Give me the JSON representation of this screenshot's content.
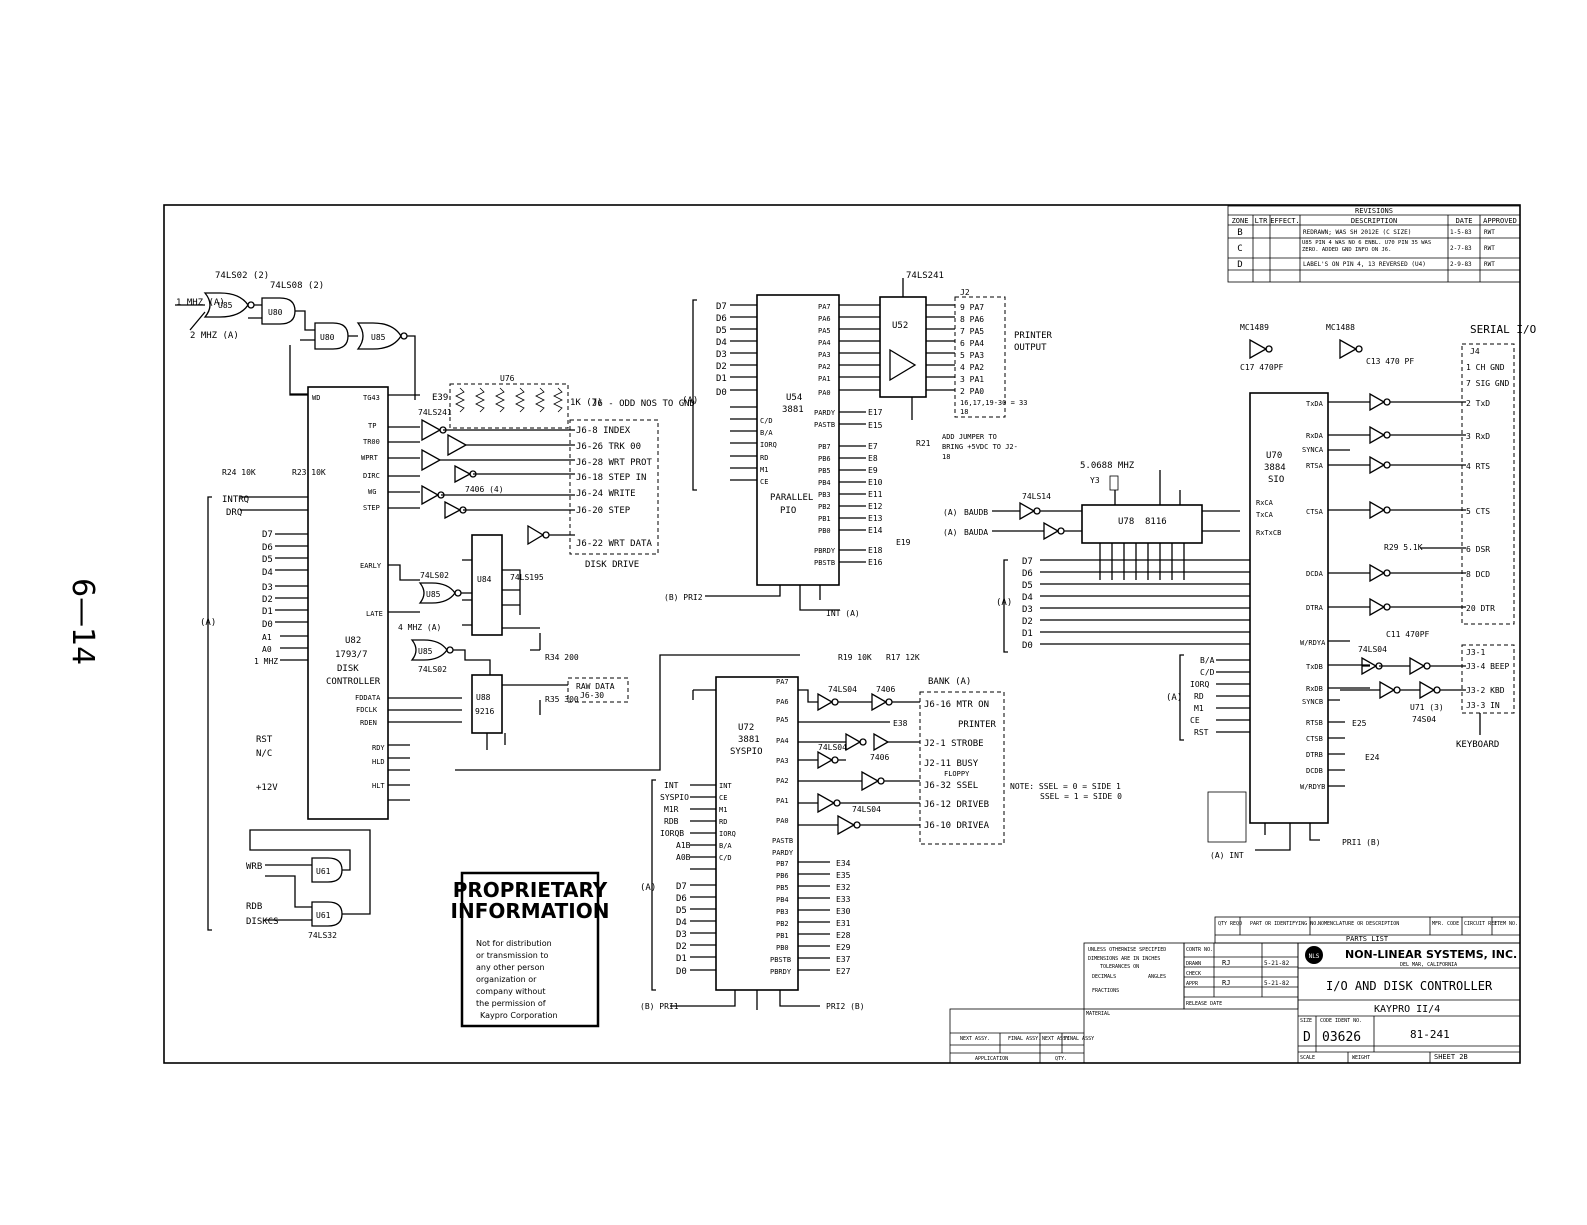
{
  "page_number": "6—14",
  "revisions": {
    "header": "REVISIONS",
    "columns": [
      "ZONE",
      "LTR",
      "EFFECT.",
      "DESCRIPTION",
      "DATE",
      "APPROVED"
    ],
    "rows": [
      {
        "zone": "B",
        "desc": "REDRAWN; WAS SH 2012E (C SIZE)",
        "date": "1-5-83",
        "appr": "RWT"
      },
      {
        "zone": "C",
        "desc": "U85 PIN 4 WAS NO 6 ENBL. U70 PIN 35 WAS ZERO. ADDED GND INFO ON J6.",
        "date": "2-7-83",
        "appr": "RWT"
      },
      {
        "zone": "D",
        "desc": "LABEL'S ON PIN 4, 13 REVERSED (U4)",
        "date": "2-9-83",
        "appr": "RWT"
      }
    ]
  },
  "title_block": {
    "company": "NON-LINEAR SYSTEMS, INC.",
    "location": "DEL MAR, CALIFORNIA",
    "logo": "NLS",
    "title": "I/O AND DISK CONTROLLER",
    "subtitle": "KAYPRO II/4",
    "size": "D",
    "code_ident": "03626",
    "dwg_no": "81-241",
    "sheet": "SHEET 2B",
    "scale_label": "SCALE",
    "weight_label": "WEIGHT",
    "size_label": "SIZE",
    "code_label": "CODE IDENT NO.",
    "parts_list": "PARTS LIST",
    "parts_columns": [
      "QTY REQD",
      "PART OR IDENTIFYING NO.",
      "NOMENCLATURE OR DESCRIPTION",
      "MFR. CODE",
      "CIRCUIT REF.",
      "ITEM NO."
    ],
    "tolerances": [
      "UNLESS OTHERWISE SPECIFIED",
      "DIMENSIONS ARE IN INCHES",
      "TOLERANCES ON",
      "DECIMALS",
      "ANGLES",
      "FRACTIONS",
      "MATERIAL"
    ],
    "contr": "CONTR NO.",
    "drawn": {
      "label": "DRAWN",
      "by": "RJ",
      "date": "5-21-82"
    },
    "check": {
      "label": "CHECK"
    },
    "appr": {
      "label": "APPR",
      "by": "RJ",
      "date": "5-21-82"
    },
    "release": "RELEASE DATE",
    "application": {
      "label": "APPLICATION",
      "next": "NEXT ASSY.",
      "final": "FINAL ASSY.",
      "qty": "QTY.",
      "next2": "NEXT ASSY",
      "final2": "FINAL ASSY"
    }
  },
  "proprietary": {
    "heading1": "PROPRIETARY",
    "heading2": "INFORMATION",
    "body": [
      "Not for distribution",
      "or transmission to",
      "any other person",
      "organization or",
      "company without",
      "the permission of",
      "Kaypro Corporation"
    ]
  },
  "chips": {
    "u82": {
      "ref": "U82",
      "part": "1793/7",
      "desc1": "DISK",
      "desc2": "CONTROLLER"
    },
    "u54": {
      "ref": "U54",
      "part": "3881",
      "desc1": "PARALLEL",
      "desc2": "PIO"
    },
    "u72": {
      "ref": "U72",
      "part": "3881",
      "desc1": "SYSPIO"
    },
    "u78": {
      "ref": "U78",
      "part": "8116"
    },
    "u70": {
      "ref": "U70",
      "part": "3884",
      "desc1": "SIO"
    },
    "u52": {
      "ref": "U52"
    },
    "u84": {
      "ref": "U84",
      "part": "74LS195"
    },
    "u88": {
      "ref": "U88",
      "part": "9216"
    },
    "u76": {
      "ref": "U76"
    }
  },
  "labels": {
    "ls02": "74LS02 (2)",
    "ls08": "74LS08 (2)",
    "mhz1": "1 MHZ (A)",
    "mhz2": "2 MHZ (A)",
    "mhz4": "4 MHZ (A)",
    "mhz5": "5.0688 MHZ",
    "ls241_top": "74LS241",
    "ls241_u82": "74LS241",
    "ls14": "74LS14",
    "ls04": "74LS04",
    "ls04b": "74LS04",
    "ls04c": "74LS04",
    "ls32": "74LS32",
    "ls02b": "74LS02",
    "i406": "7406 (4)",
    "i406b": "7406",
    "i406c": "7406",
    "mc1489": "MC1489",
    "mc1488": "MC1488",
    "c17": "C17 470PF",
    "c13": "C13 470 PF",
    "r24": "R24 10K",
    "r23": "R23 10K",
    "r34": "R34 200",
    "r35": "R35 300",
    "r19": "R19 10K",
    "r17": "R17 12K",
    "r29": "R29 5.1K",
    "r21": "R21",
    "y3": "Y3",
    "c11": "C11 470PF",
    "ik7": "1K (7)",
    "j6_odd": "J6 - ODD NOS TO GND",
    "disk_drive": "DISK DRIVE",
    "printer_output": "PRINTER OUTPUT",
    "add_jumper": "ADD JUMPER TO BRING +5VDC TO J2-18",
    "serial_io": "SERIAL I/O",
    "keyboard": "KEYBOARD",
    "note": "NOTE: SSEL = 0 = SIDE 1",
    "note2": "SSEL = 1 = SIDE 0",
    "bank": "BANK (A)",
    "intrq": "INTRQ",
    "drq": "DRQ",
    "raw_data": "RAW DATA",
    "j630": "J6-30",
    "pri2_b": "(B) PRI2",
    "int_a": "INT (A)",
    "pri1_b": "(B) PRI1",
    "pri2_bb": "PRI2 (B)",
    "pri1_b2": "PRI1 (B)",
    "a_int": "(A) INT",
    "j12": "J2",
    "j4": "J4",
    "u71": "U71 (3)",
    "u71p": "74S04",
    "plus12": "+12V",
    "rst": "RST",
    "nc": "N/C",
    "wrb": "WRB",
    "rdb": "RDB",
    "diskcs": "DISKCS",
    "baudb": "BAUDB",
    "bauda": "BAUDA"
  },
  "j6_signals": [
    "J6-8 INDEX",
    "J6-26 TRK 00",
    "J6-28 WRT PROT",
    "J6-18 STEP IN",
    "J6-24 WRITE",
    "J6-20 STEP",
    "J6-22 WRT DATA"
  ],
  "printer_pins": [
    "9 PA7",
    "8 PA6",
    "7 PA5",
    "6 PA4",
    "5 PA3",
    "4 PA2",
    "3 PA1",
    "2 PA0",
    "16,17,19-30 = 33",
    "18"
  ],
  "sys_outputs": [
    "J6-16 MTR ON",
    "PRINTER",
    "J2-1 STROBE",
    "J2-11 BUSY",
    "FLOPPY",
    "J6-32 SSEL",
    "J6-12 DRIVEB",
    "J6-10 DRIVEA"
  ],
  "serial_pins": [
    "1 CH GND",
    "7 SIG GND",
    "2 TxD",
    "3 RxD",
    "4 RTS",
    "5 CTS",
    "6 DSR",
    "8 DCD",
    "20 DTR"
  ],
  "kbd_pins": [
    "J3-1",
    "J3-4 BEEP",
    "J3-2 KBD",
    "J3-3 IN"
  ],
  "e_points_pio": [
    "E17",
    "E15",
    "E7",
    "E8",
    "E9",
    "E10",
    "E11",
    "E12",
    "E13",
    "E14",
    "E18",
    "E16"
  ],
  "e_points_sys": [
    "E34",
    "E35",
    "E32",
    "E33",
    "E30",
    "E31",
    "E28",
    "E29",
    "E37",
    "E27"
  ],
  "data_bus": [
    "D7",
    "D6",
    "D5",
    "D4",
    "D3",
    "D2",
    "D1",
    "D0"
  ],
  "u82_pins_left": [
    "TG43",
    "TP",
    "TR00",
    "WPRT",
    "DIRC",
    "WG",
    "STEP",
    "EARLY",
    "LATE"
  ],
  "u82_right": [
    "FDDATA",
    "FDCLK",
    "RDEN",
    "RDY",
    "HLD",
    "HLT"
  ],
  "u54_right": [
    "PA7",
    "PA6",
    "PA5",
    "PA4",
    "PA3",
    "PA2",
    "PA1",
    "PA0",
    "PARDY",
    "PASTB",
    "PB7",
    "PB6",
    "PB5",
    "PB4",
    "PB3",
    "PB2",
    "PB1",
    "PB0",
    "PBRDY",
    "PBSTB"
  ],
  "u54_left": [
    "C/D",
    "B/A",
    "IORQ",
    "RD",
    "M1",
    "CE"
  ],
  "u72_right": [
    "PA7",
    "PA6",
    "PA5",
    "PA4",
    "PA3",
    "PA2",
    "PA1",
    "PA0",
    "PASTB",
    "PARDY",
    "PB7",
    "PB6",
    "PB5",
    "PB4",
    "PB3",
    "PB2",
    "PB1",
    "PB0",
    "PBSTB",
    "PBRDY"
  ],
  "u72_left": [
    "INT",
    "CE",
    "M1",
    "RD",
    "IORQ",
    "B/A",
    "C/D"
  ],
  "sys_signals": [
    "INT",
    "SYSPIO",
    "M1R",
    "RDB",
    "IORQB",
    "A1B",
    "A0B"
  ],
  "u70_right": [
    "TxDA",
    "RxDA",
    "SYNCA",
    "RTSA",
    "RxCA",
    "TxCA",
    "RxTxCB",
    "CTSA",
    "DCDA",
    "DTRA",
    "W/RDYA",
    "TxDB",
    "RxDB",
    "SYNCB",
    "RTSB",
    "CTSB",
    "DTRB",
    "DCDB",
    "W/RDYB"
  ],
  "u70_left": [
    "B/A",
    "C/D",
    "IORQ",
    "RD",
    "M1",
    "CE",
    "RST"
  ],
  "e_points_sio": [
    "E25",
    "E24"
  ],
  "pin_e38": "E38",
  "pin_e39": "E39",
  "pin_e19": "E19"
}
